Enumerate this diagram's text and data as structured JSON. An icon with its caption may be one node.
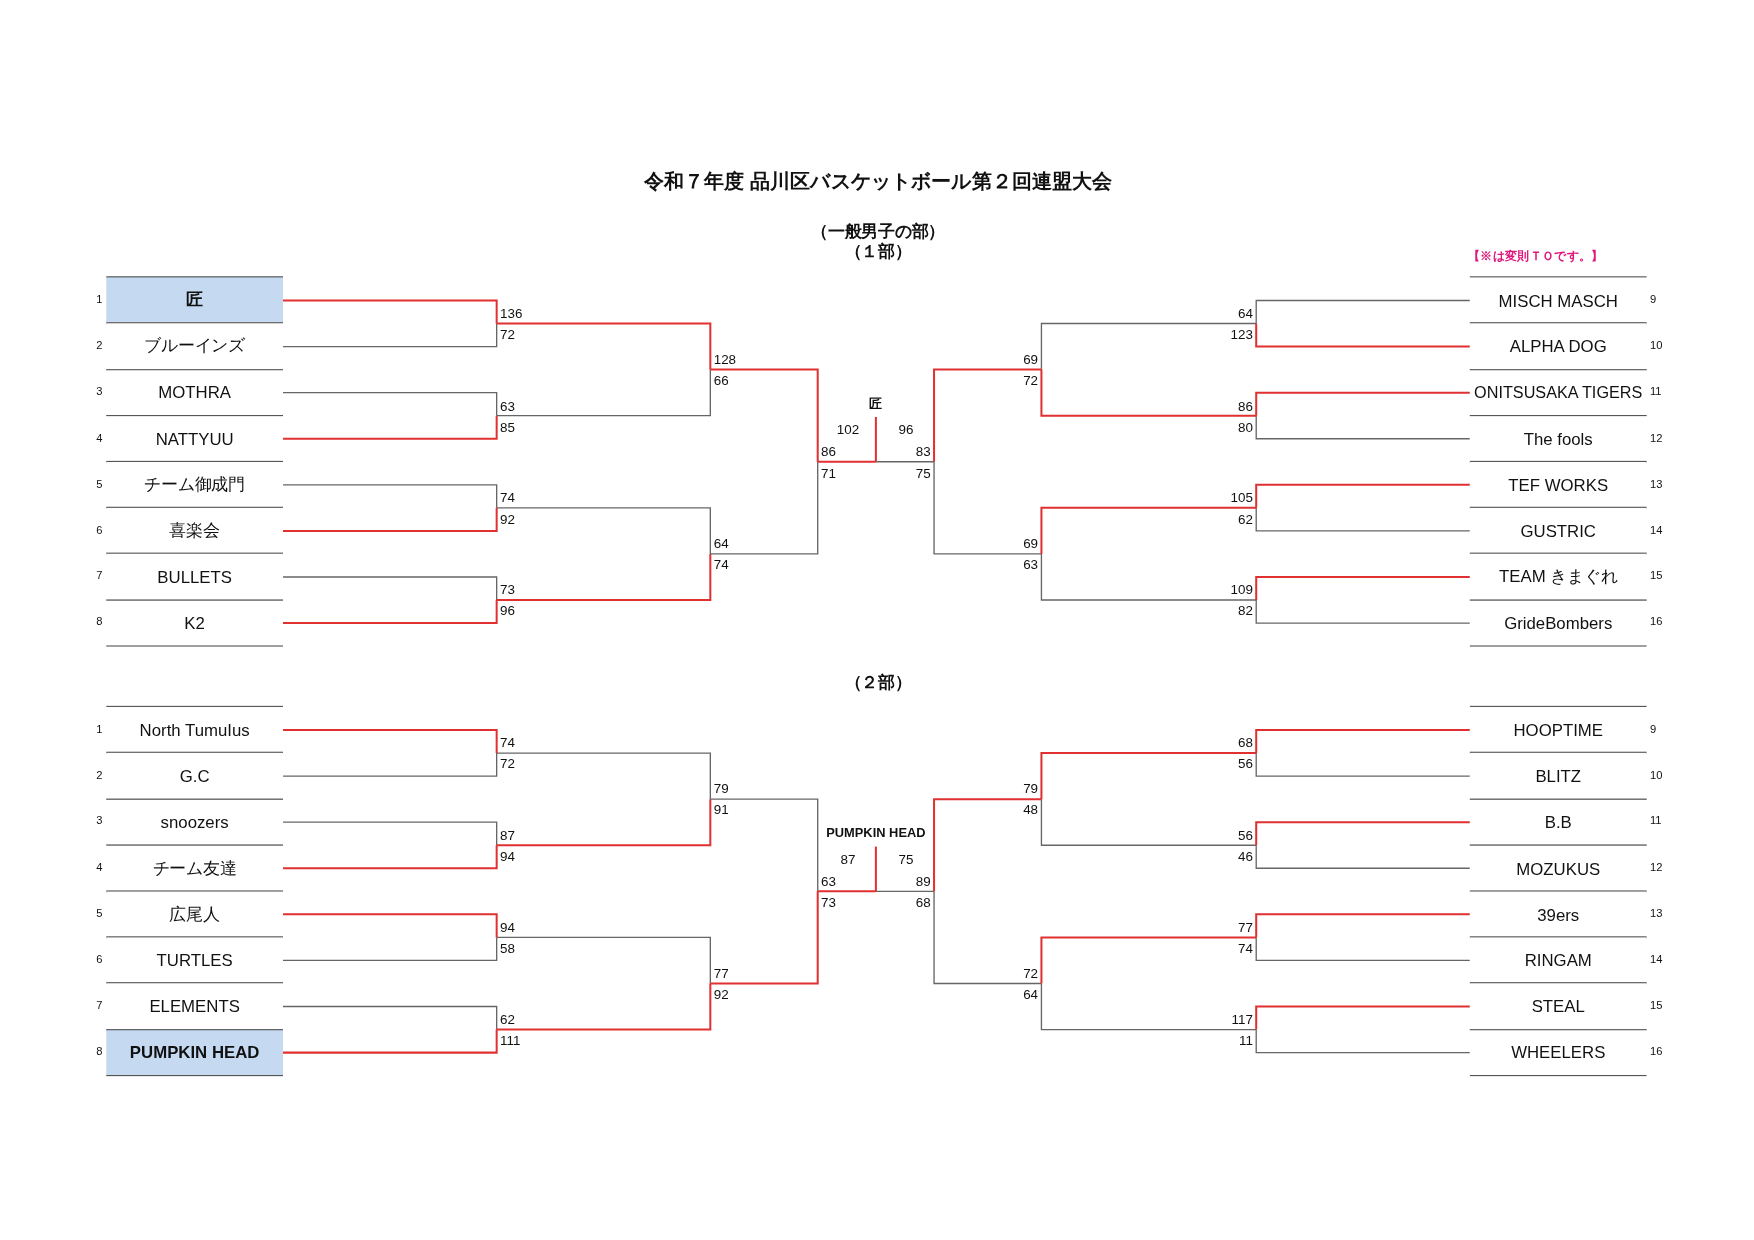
{
  "diagram": {
    "title": "令和７年度 品川区バスケットボール第２回連盟大会",
    "nodes": [
      {
        "text": [
          "匠"
        ],
        "beside": [
          "1"
        ]
      },
      {
        "text": [
          "ブルーインズ"
        ],
        "beside": [
          "2"
        ]
      },
      {
        "text": [
          "MOTHRA"
        ],
        "beside": [
          "3"
        ]
      },
      {
        "text": [
          "NATTYUU"
        ],
        "beside": [
          "4"
        ]
      },
      {
        "text": [
          "チーム御成門"
        ],
        "beside": [
          "5"
        ]
      },
      {
        "text": [
          "喜楽会"
        ],
        "beside": [
          "6"
        ]
      },
      {
        "text": [
          "BULLETS"
        ],
        "beside": [
          "7"
        ]
      },
      {
        "text": [
          "K2"
        ],
        "beside": [
          "8"
        ]
      },
      {
        "text": [
          "MISCH MASCH"
        ],
        "beside": [
          "9"
        ]
      },
      {
        "text": [
          "ALPHA DOG"
        ],
        "beside": [
          "10"
        ]
      },
      {
        "text": [
          "ONITSUSAKA TIGERS"
        ],
        "beside": [
          "11"
        ]
      },
      {
        "text": [
          "The fools"
        ],
        "beside": [
          "12"
        ]
      },
      {
        "text": [
          "TEF WORKS"
        ],
        "beside": [
          "13"
        ]
      },
      {
        "text": [
          "GUSTRIC"
        ],
        "beside": [
          "14"
        ]
      },
      {
        "text": [
          "TEAM きまぐれ"
        ],
        "beside": [
          "15"
        ]
      },
      {
        "text": [
          "GrideBombers"
        ],
        "beside": [
          "16"
        ]
      },
      {
        "text": [
          "North TumuIus"
        ],
        "beside": [
          "1"
        ]
      },
      {
        "text": [
          "G.C"
        ],
        "beside": [
          "2"
        ]
      },
      {
        "text": [
          "snoozers"
        ],
        "beside": [
          "3"
        ]
      },
      {
        "text": [
          "チーム友達"
        ],
        "beside": [
          "4"
        ]
      },
      {
        "text": [
          "広尾人"
        ],
        "beside": [
          "5"
        ]
      },
      {
        "text": [
          "TURTLES"
        ],
        "beside": [
          "6"
        ]
      },
      {
        "text": [
          "ELEMENTS"
        ],
        "beside": [
          "7"
        ]
      },
      {
        "text": [
          "PUMPKIN HEAD"
        ],
        "beside": [
          "8"
        ]
      },
      {
        "text": [
          "HOOPTIME"
        ],
        "beside": [
          "9"
        ]
      },
      {
        "text": [
          "BLITZ"
        ],
        "beside": [
          "10"
        ]
      },
      {
        "text": [
          "B.B"
        ],
        "beside": [
          "11"
        ]
      },
      {
        "text": [
          "MOZUKUS"
        ],
        "beside": [
          "12"
        ]
      },
      {
        "text": [
          "39ers"
        ],
        "beside": [
          "13"
        ]
      },
      {
        "text": [
          "RINGAM"
        ],
        "beside": [
          "14"
        ]
      },
      {
        "text": [
          "STEAL"
        ],
        "beside": [
          "15"
        ]
      },
      {
        "text": [
          "WHEELERS"
        ],
        "beside": [
          "16"
        ]
      }
    ],
    "labels": [
      "（一般男子の部）",
      "（１部）",
      "【※は変則ＴＯです。】",
      "匠",
      "136",
      "72",
      "63",
      "85",
      "74",
      "92",
      "73",
      "96",
      "128",
      "66",
      "64",
      "74",
      "86",
      "71",
      "102",
      "96",
      "83",
      "75",
      "69",
      "72",
      "69",
      "63",
      "64",
      "123",
      "86",
      "80",
      "105",
      "62",
      "109",
      "82",
      "（２部）",
      "PUMPKIN HEAD",
      "74",
      "72",
      "87",
      "94",
      "94",
      "58",
      "62",
      "111",
      "79",
      "91",
      "77",
      "92",
      "63",
      "73",
      "87",
      "75",
      "89",
      "68",
      "79",
      "48",
      "72",
      "64",
      "68",
      "56",
      "56",
      "46",
      "77",
      "74",
      "117",
      "11"
    ]
  }
}
